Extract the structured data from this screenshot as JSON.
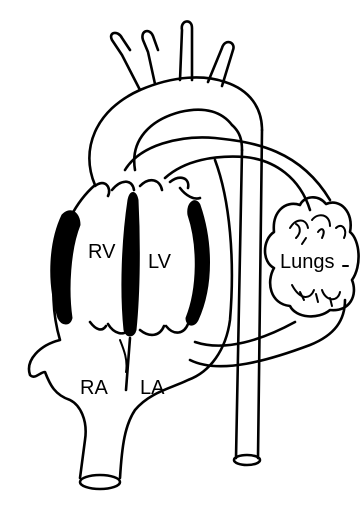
{
  "labels": {
    "rv": "RV",
    "lv": "LV",
    "ra": "RA",
    "la": "LA",
    "lungs": "Lungs"
  },
  "colors": {
    "ink": "#000000",
    "background": "#ffffff"
  }
}
